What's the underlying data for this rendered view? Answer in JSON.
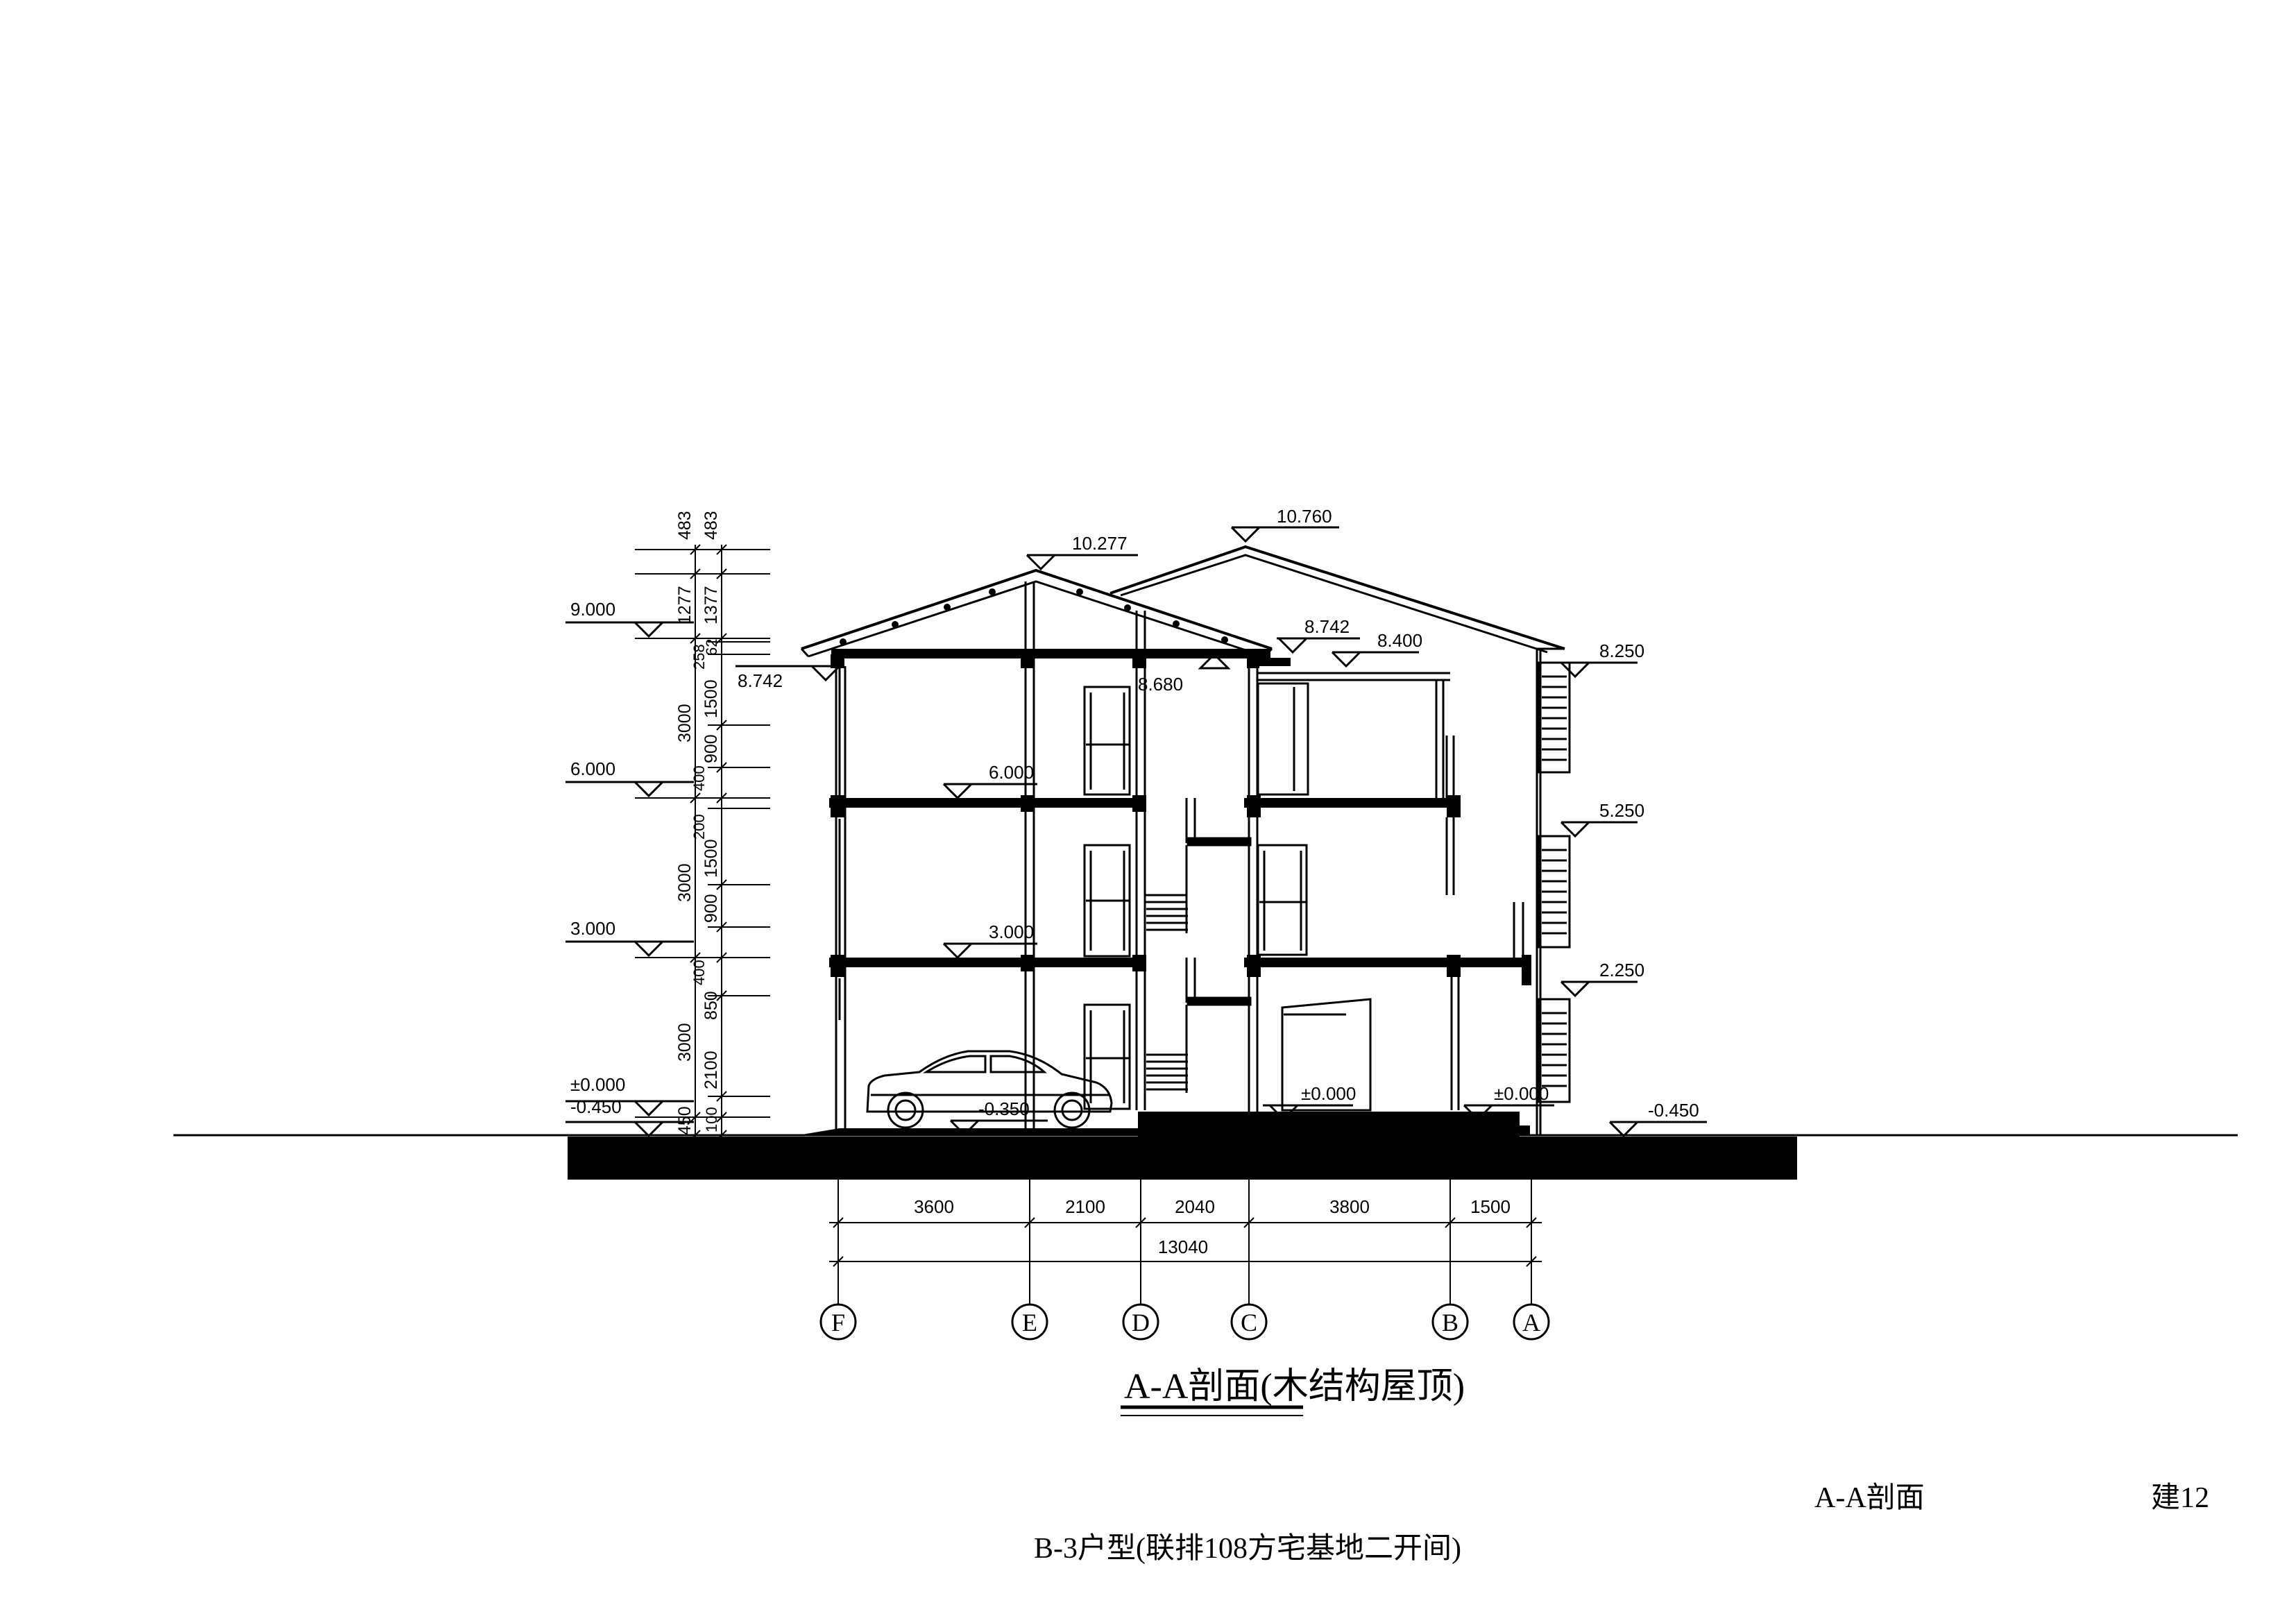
{
  "drawing": {
    "title": "A-A剖面(木结构屋顶)",
    "sheet_name": "A-A剖面",
    "sheet_number": "建12",
    "project": "B-3户型(联排108方宅基地二开间)"
  },
  "elevations": {
    "ridge_left": "10.277",
    "ridge_right": "10.760",
    "eave_left": "8.742",
    "eave_center": "8.742",
    "beam_center": "8.680",
    "balcony": "8.400",
    "right_8": "8.250",
    "right_5": "5.250",
    "right_2": "2.250",
    "floor3": "6.000",
    "floor2": "3.000",
    "ground_car": "-0.350",
    "ground_c": "±0.000",
    "ground_a": "±0.000",
    "outside_right": "-0.450",
    "left_9": "9.000",
    "left_6": "6.000",
    "left_3": "3.000",
    "left_0": "±0.000",
    "left_m450": "-0.450"
  },
  "vertical_dims": {
    "outer": [
      "483",
      "1277",
      "3000",
      "3000",
      "3000",
      "450"
    ],
    "inner": [
      "483",
      "1377",
      "62",
      "258",
      "1500",
      "900",
      "400",
      "200",
      "1500",
      "900",
      "400",
      "850",
      "2100",
      "100"
    ]
  },
  "horizontal_dims": {
    "segments": [
      "3600",
      "2100",
      "2040",
      "3800",
      "1500"
    ],
    "total": "13040"
  },
  "axes": [
    "F",
    "E",
    "D",
    "C",
    "B",
    "A"
  ]
}
